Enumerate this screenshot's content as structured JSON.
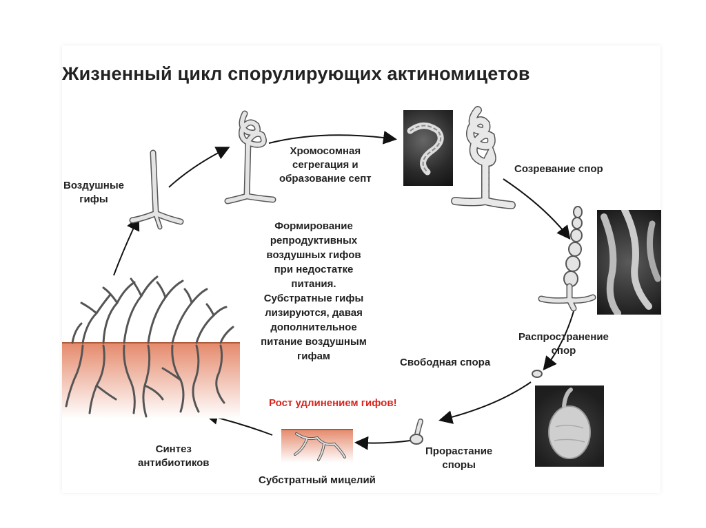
{
  "title": "Жизненный цикл спорулирующих актиномицетов",
  "labels": {
    "aerial_hyphae": [
      "Воздушные",
      "гифы"
    ],
    "chromosome_segregation": [
      "Хромосомная",
      "сегрегация и",
      "образование септ"
    ],
    "spore_maturation": "Созревание спор",
    "formation_text": [
      "Формирование",
      "репродуктивных",
      "воздушных гифов",
      "при недостатке",
      "питания.",
      "Субстратные гифы",
      "лизируются, давая",
      "дополнительное",
      "питание воздушным",
      "гифам"
    ],
    "spore_dispersal": [
      "Распространение",
      "спор"
    ],
    "free_spore": "Свободная спора",
    "growth_text": "Рост удлинением гифов!",
    "antibiotic_synthesis": [
      "Синтез",
      "антибиотиков"
    ],
    "spore_germination": [
      "Прорастание",
      "споры"
    ],
    "substrate_mycelium": "Субстратный мицелий"
  },
  "colors": {
    "text": "#222222",
    "accent_red": "#d9241c",
    "soil": "#e6967a",
    "hypha": "#d8d8d8"
  }
}
